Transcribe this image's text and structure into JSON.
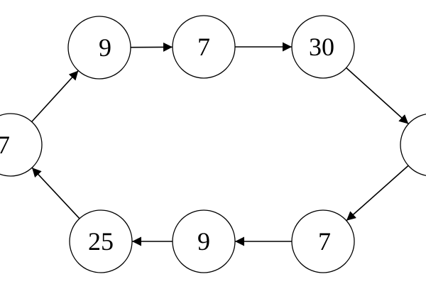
{
  "diagram": {
    "nodes": [
      {
        "id": "n0",
        "label": "7"
      },
      {
        "id": "n1",
        "label": "9"
      },
      {
        "id": "n2",
        "label": "7"
      },
      {
        "id": "n3",
        "label": "30"
      },
      {
        "id": "n4",
        "label": ""
      },
      {
        "id": "n5",
        "label": "7"
      },
      {
        "id": "n6",
        "label": "9"
      },
      {
        "id": "n7",
        "label": "25"
      }
    ],
    "edges": [
      {
        "from": "n0",
        "to": "n1"
      },
      {
        "from": "n1",
        "to": "n2"
      },
      {
        "from": "n2",
        "to": "n3"
      },
      {
        "from": "n3",
        "to": "n4"
      },
      {
        "from": "n4",
        "to": "n5"
      },
      {
        "from": "n5",
        "to": "n6"
      },
      {
        "from": "n6",
        "to": "n7"
      },
      {
        "from": "n7",
        "to": "n0"
      }
    ]
  }
}
